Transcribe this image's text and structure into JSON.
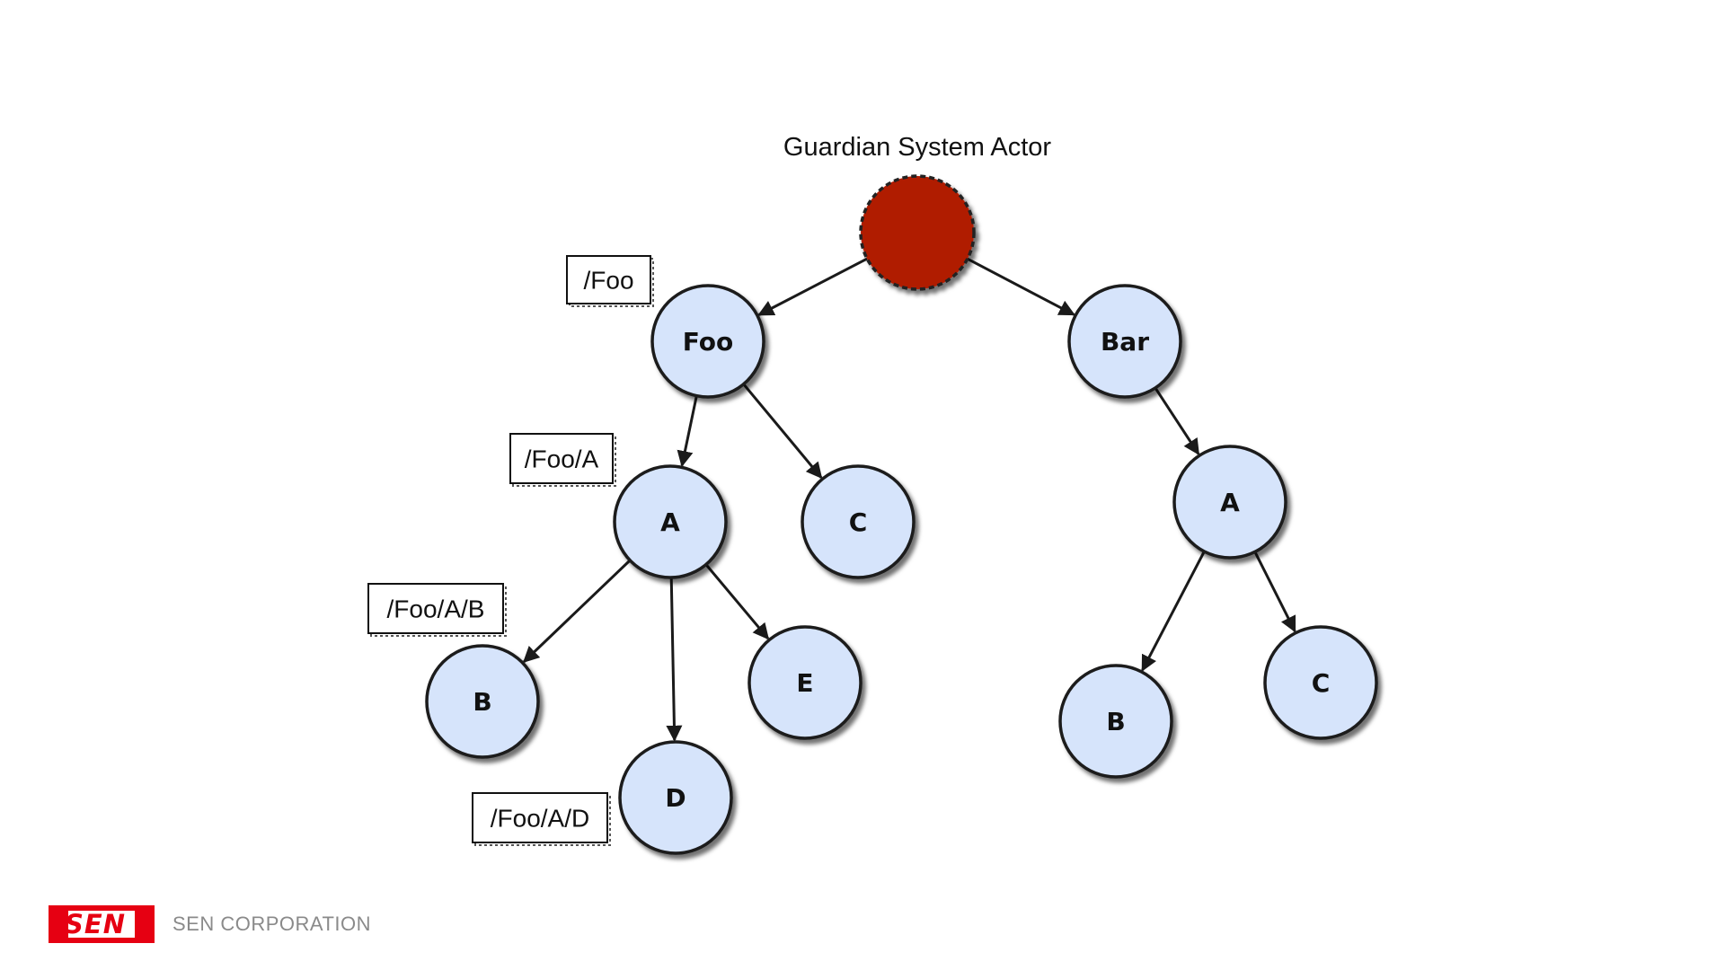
{
  "diagram": {
    "root": {
      "id": "root",
      "title": "Guardian System Actor",
      "color": "#b01c03"
    },
    "nodes": [
      {
        "id": "foo",
        "label": "Foo"
      },
      {
        "id": "bar",
        "label": "Bar"
      },
      {
        "id": "foo-a",
        "label": "A"
      },
      {
        "id": "foo-c",
        "label": "C"
      },
      {
        "id": "foo-a-b",
        "label": "B"
      },
      {
        "id": "foo-a-d",
        "label": "D"
      },
      {
        "id": "foo-a-e",
        "label": "E"
      },
      {
        "id": "bar-a",
        "label": "A"
      },
      {
        "id": "bar-a-b",
        "label": "B"
      },
      {
        "id": "bar-a-c",
        "label": "C"
      }
    ],
    "edges": [
      {
        "from": "root",
        "to": "foo"
      },
      {
        "from": "root",
        "to": "bar"
      },
      {
        "from": "foo",
        "to": "foo-a"
      },
      {
        "from": "foo",
        "to": "foo-c"
      },
      {
        "from": "foo-a",
        "to": "foo-a-b"
      },
      {
        "from": "foo-a",
        "to": "foo-a-d"
      },
      {
        "from": "foo-a",
        "to": "foo-a-e"
      },
      {
        "from": "bar",
        "to": "bar-a"
      },
      {
        "from": "bar-a",
        "to": "bar-a-b"
      },
      {
        "from": "bar-a",
        "to": "bar-a-c"
      }
    ],
    "path_labels": [
      {
        "id": "path-foo",
        "text": "/Foo"
      },
      {
        "id": "path-foo-a",
        "text": "/Foo/A"
      },
      {
        "id": "path-foo-a-b",
        "text": "/Foo/A/B"
      },
      {
        "id": "path-foo-a-d",
        "text": "/Foo/A/D"
      }
    ],
    "node_fill": "#d6e4fb"
  },
  "footer": {
    "logo_text": "SEN",
    "company": "SEN CORPORATION",
    "logo_color": "#e60012"
  }
}
